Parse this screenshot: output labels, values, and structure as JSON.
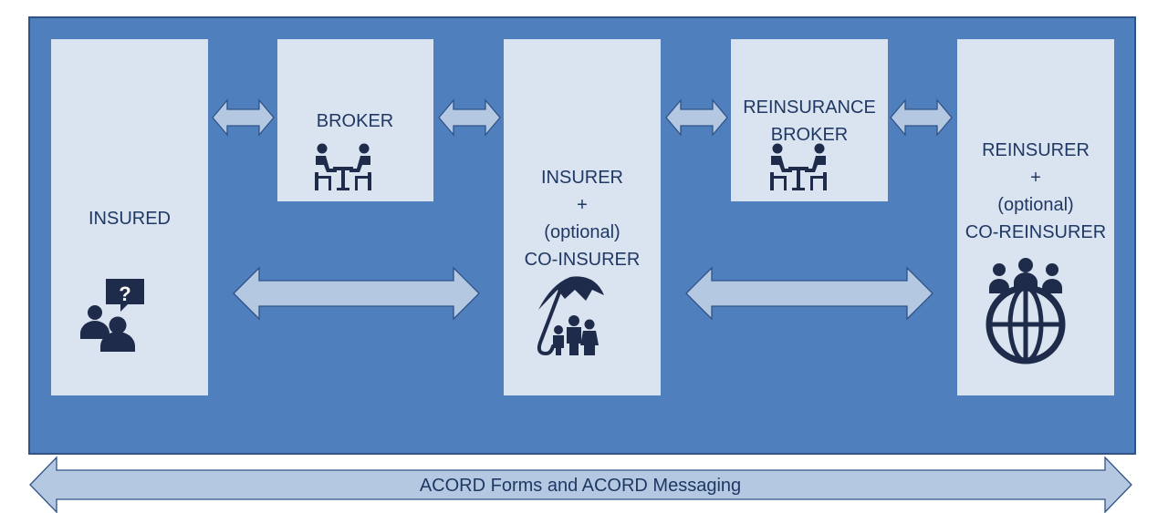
{
  "participants": {
    "insured": {
      "label": "INSURED",
      "icon": "person-question-icon"
    },
    "broker": {
      "label": "BROKER",
      "icon": "meeting-table-icon"
    },
    "insurer": {
      "lines": [
        "INSURER",
        "+",
        "(optional)",
        "CO-INSURER"
      ],
      "icon": "umbrella-family-icon"
    },
    "reinsurance_broker": {
      "lines": [
        "REINSURANCE",
        "BROKER"
      ],
      "icon": "meeting-table-icon"
    },
    "reinsurer": {
      "lines": [
        "REINSURER",
        "+",
        "(optional)",
        "CO-REINSURER"
      ],
      "icon": "people-globe-icon"
    }
  },
  "footer": {
    "label": "ACORD Forms and ACORD Messaging"
  },
  "colors": {
    "panel": "#4f80bd",
    "panel_border": "#2f5387",
    "box": "#dae3f0",
    "arrow_fill": "#b4c8e2",
    "text": "#1f3864",
    "icon": "#1e2b4a"
  }
}
